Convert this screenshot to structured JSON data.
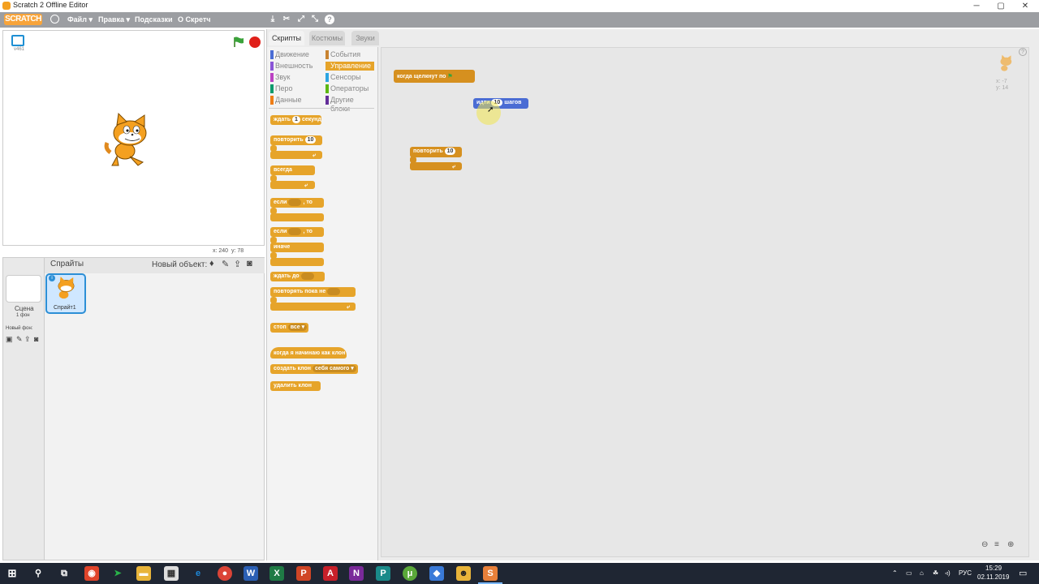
{
  "window": {
    "title": "Scratch 2 Offline Editor",
    "min": "─",
    "max": "▢",
    "close": "✕"
  },
  "menu": {
    "logo": "SCRATCH",
    "file": "Файл ▾",
    "edit": "Правка ▾",
    "tips": "Подсказки",
    "about": "О Скретч"
  },
  "stage": {
    "version": "v461",
    "coords_x": "x: 240",
    "coords_y": "y: 78"
  },
  "sprites": {
    "title": "Спрайты",
    "new_sprite": "Новый объект:",
    "scene_label": "Сцена",
    "scene_sub": "1 фон",
    "new_backdrop": "Новый фон:",
    "sprite1": "Спрайт1"
  },
  "tabs": {
    "scripts": "Скрипты",
    "costumes": "Костюмы",
    "sounds": "Звуки"
  },
  "categories": [
    {
      "label": "Движение",
      "color": "#4a6cd4"
    },
    {
      "label": "События",
      "color": "#c88330"
    },
    {
      "label": "Внешность",
      "color": "#8a55d7"
    },
    {
      "label": "Управление",
      "color": "#e6a42a"
    },
    {
      "label": "Звук",
      "color": "#bb42c3"
    },
    {
      "label": "Сенсоры",
      "color": "#2ca5e2"
    },
    {
      "label": "Перо",
      "color": "#0e9a6c"
    },
    {
      "label": "Операторы",
      "color": "#5cb712"
    },
    {
      "label": "Данные",
      "color": "#ee7d16"
    },
    {
      "label": "Другие блоки",
      "color": "#632d99"
    }
  ],
  "palette": {
    "wait": "ждать",
    "wait_val": "1",
    "wait_unit": "секунд",
    "repeat": "повторить",
    "repeat_val": "10",
    "forever": "всегда",
    "if": "если",
    "then": ", то",
    "if2": "если",
    "then2": ", то",
    "else": "иначе",
    "wait_until": "ждать до",
    "repeat_until": "повторять пока не",
    "stop": "стоп",
    "stop_val": "все ▾",
    "clone_start": "когда я начинаю как клон",
    "create_clone": "создать клон",
    "create_clone_val": "себя самого ▾",
    "delete_clone": "удалить клон"
  },
  "script": {
    "hat": "когда щелкнут по",
    "move": "идти",
    "move_val": "10",
    "move_unit": "шагов",
    "repeat": "повторить",
    "repeat_val": "10"
  },
  "sprite_info": {
    "x": "x: -7",
    "y": "y: 14"
  },
  "taskbar": {
    "lang": "РУС",
    "time": "15:29",
    "date": "02.11.2019"
  }
}
